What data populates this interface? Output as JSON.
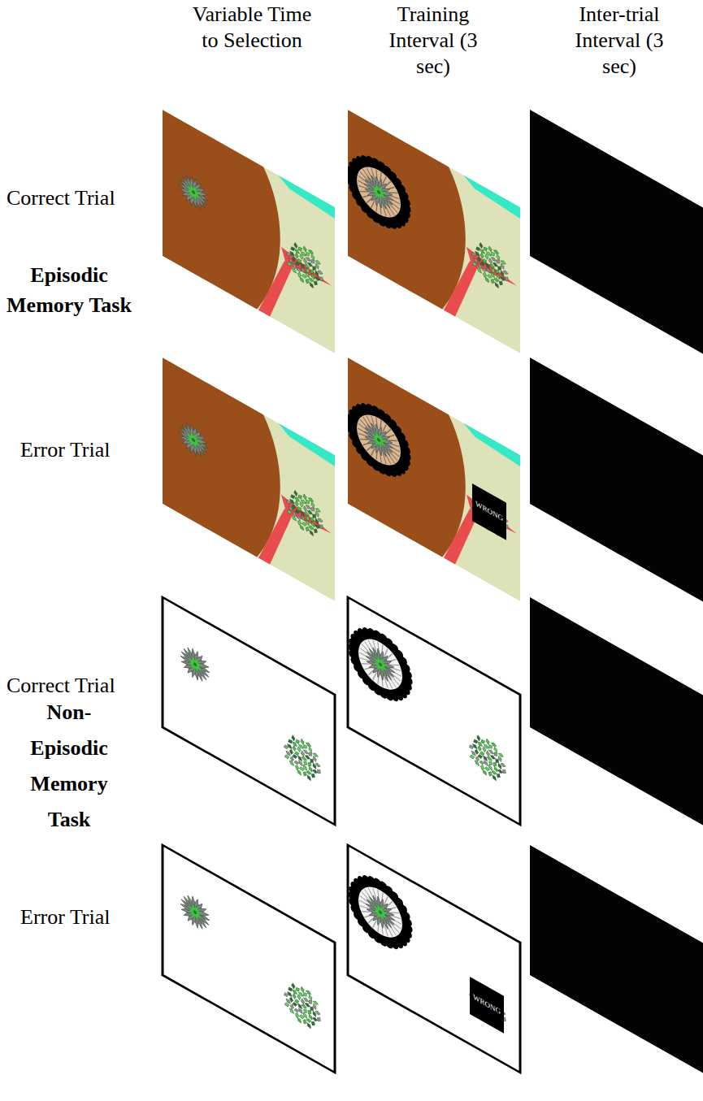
{
  "diagram": {
    "nodes": [
      {
        "text": [
          "WRONG"
        ]
      },
      {
        "text": [
          "WRONG"
        ]
      }
    ],
    "labels": [
      "Variable Time to Selection",
      "Training Interval (3 sec)",
      "Inter-trial Interval (3 sec)",
      "Correct Trial",
      "Episodic Memory Task",
      "Error Trial",
      "Correct Trial",
      "Non-Episodic Memory Task",
      "Error Trial"
    ]
  }
}
